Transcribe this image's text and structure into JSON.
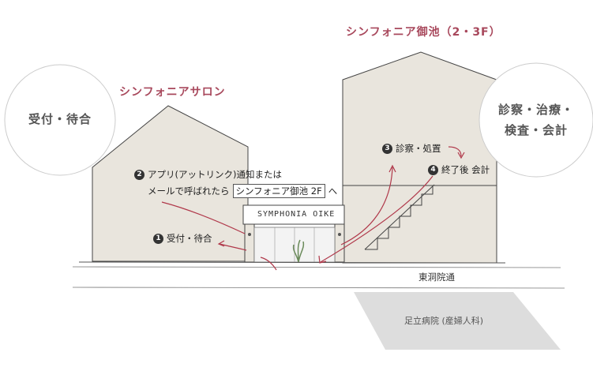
{
  "titles": {
    "salon": "シンフォニアサロン",
    "main": "シンフォニア御池（2・3F）"
  },
  "circles": {
    "left": [
      "受付・待合"
    ],
    "right": [
      "診察・治療・",
      "検査・会計"
    ]
  },
  "sign": "SYMPHONIA OIKE",
  "steps": {
    "s1": {
      "num": "1",
      "label": "受付・待合"
    },
    "s2": {
      "num": "2",
      "line1": "アプリ(アットリンク)通知または",
      "line2_before": "メールで呼ばれたら",
      "line2_boxed": "シンフォニア御池 2F",
      "line2_after": "へ"
    },
    "s3": {
      "num": "3",
      "label": "診察・処置"
    },
    "s4": {
      "num": "4",
      "label": "終了後 会計"
    }
  },
  "road": "東洞院通",
  "hospital": "足立病院 (産婦人科)",
  "colors": {
    "building": "#e9e5dd",
    "accent": "#a8485c",
    "arrow": "#b0384a",
    "hospital": "#dddddd"
  }
}
